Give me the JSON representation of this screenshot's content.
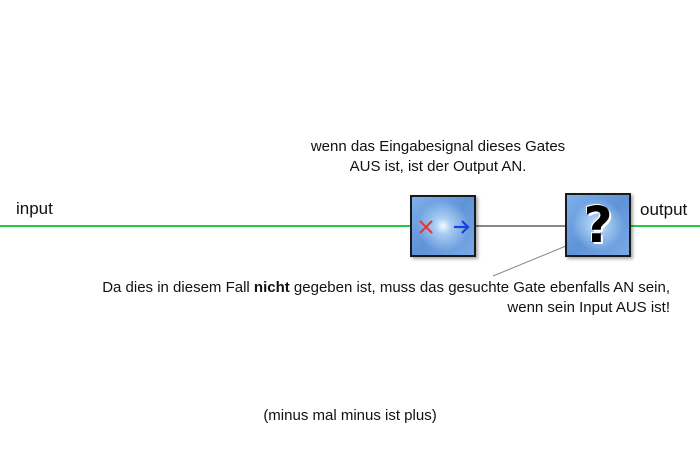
{
  "io": {
    "input_label": "input",
    "output_label": "output"
  },
  "notes": {
    "top_line1": "wenn das Eingabesignal dieses Gates",
    "top_line2": "AUS ist, ist der Output AN.",
    "bottom_part1": "Da dies in diesem Fall ",
    "bottom_bold": "nicht",
    "bottom_part2": " gegeben ist, muss das gesuchte Gate ebenfalls AN sein,",
    "bottom_line2": "wenn sein Input AUS ist!",
    "footer": "(minus mal minus ist plus)"
  },
  "gates": {
    "not_gate_icon": "inverter-icon",
    "unknown_gate_symbol": "?"
  },
  "colors": {
    "signal_wire": "#22cc44",
    "inner_wire": "#888888",
    "cross": "#e23a3a",
    "arrow": "#1a3fe0",
    "gate_fill": "#6fa0e0"
  }
}
